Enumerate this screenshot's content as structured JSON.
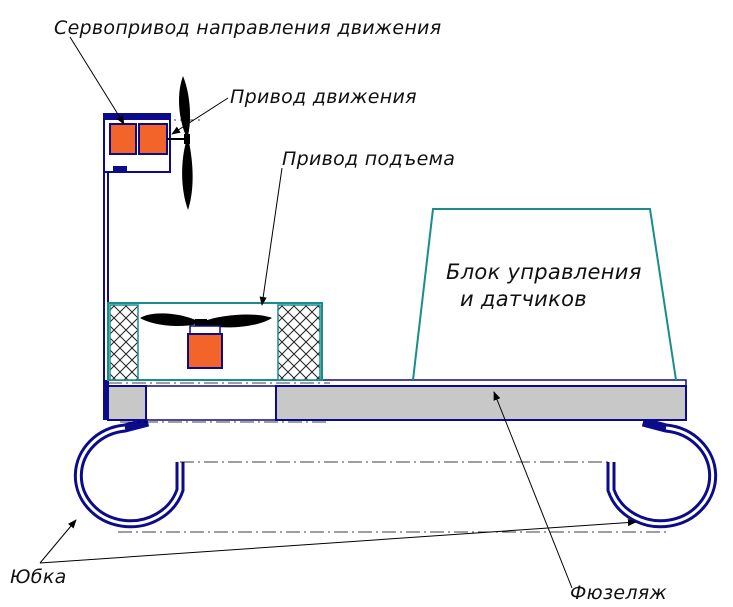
{
  "labels": {
    "servo_steering": "Сервопривод направления движения",
    "drive_motion": "Привод движения",
    "drive_lift": "Привод подъема",
    "control_unit_line1": "Блок управления",
    "control_unit_line2": "и датчиков",
    "skirt": "Юбка",
    "fuselage": "Фюзеляж"
  },
  "colors": {
    "outline": "#0b0b8c",
    "fill_gray": "#c8c8c8",
    "motor": "#f2642a",
    "teal": "#1a8c8c",
    "leader": "#000000",
    "centerline": "#000000"
  }
}
